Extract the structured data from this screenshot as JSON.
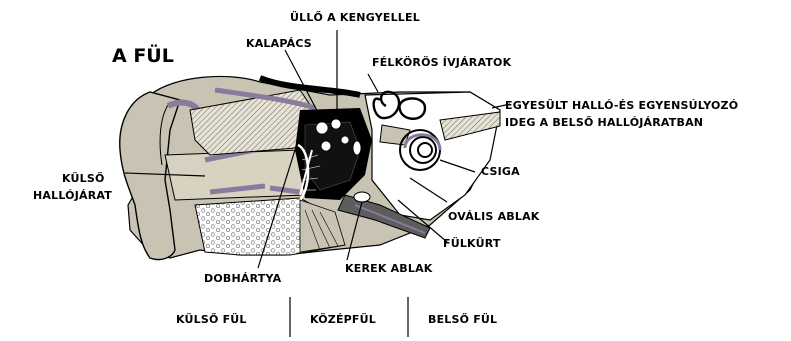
{
  "title": "A FÜL",
  "labels": {
    "ullo": "ÜLLŐ  A KENGYELLEL",
    "kalapacs": "KALAPÁCS",
    "felkoros": "FÉLKÖRÖS ÍVJÁRATOK",
    "egyesult_1": "EGYESÜLT HALLÓ-ÉS EGYENSÚLYOZÓ",
    "egyesult_2": "IDEG A BELSŐ HALLÓJÁRATBAN",
    "kulso_1": "KÜLSŐ",
    "kulso_2": "HALLÓJÁRAT",
    "csiga": "CSIGA",
    "ovalis": "OVÁLIS ABLAK",
    "fulkurt": "FÜLKÜRT",
    "kerek": "KEREK ABLAK",
    "dobhartya": "DOBHÁRTYA"
  },
  "sections": {
    "kulso_ful": "KÜLSŐ FÜL",
    "kozepful": "KÖZÉPFÜL",
    "belso_ful": "BELSŐ FÜL"
  },
  "colors": {
    "background": "#ffffff",
    "skin": "#c8c3b2",
    "canal": "#d8d3c0",
    "bone": "#ffffff",
    "bone_dots": "#9a9a9a",
    "membrane_purple": "#8a7a9e",
    "dark": "#000000",
    "lines": "#000000"
  }
}
